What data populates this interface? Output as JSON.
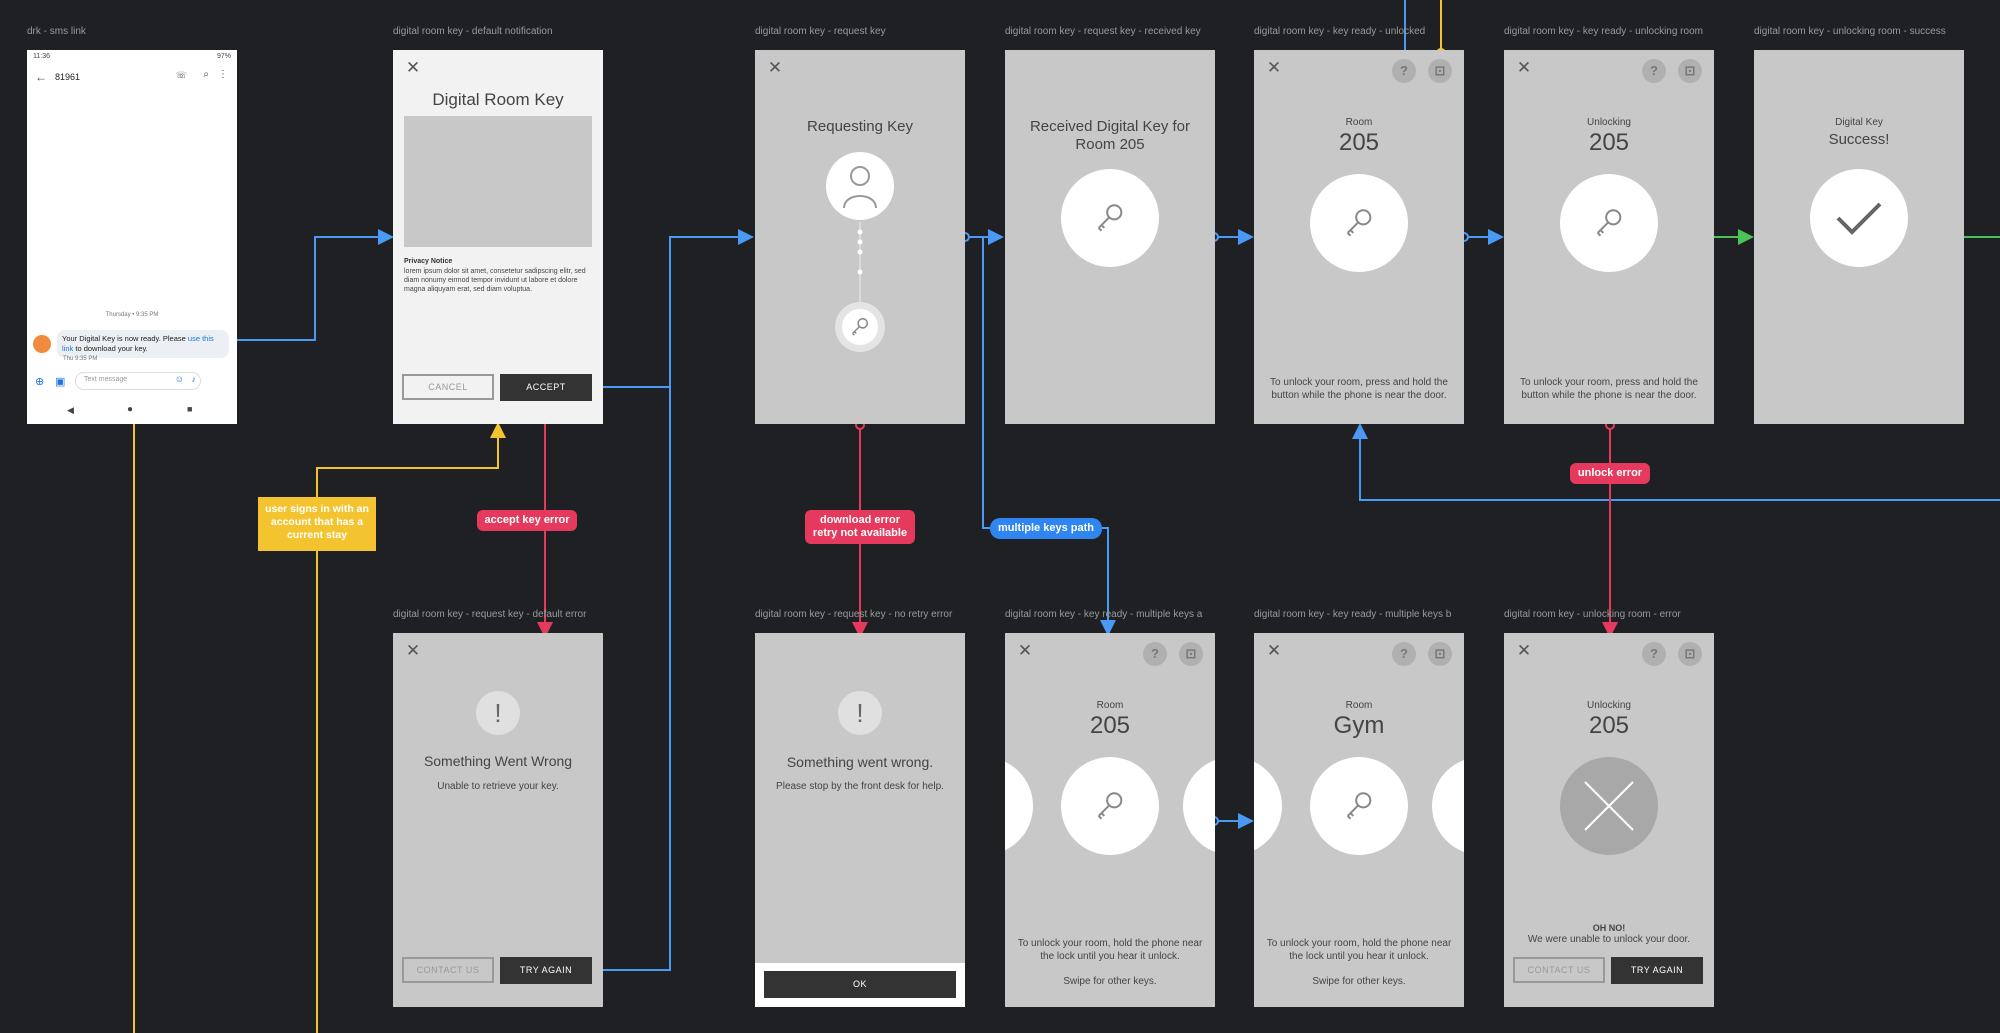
{
  "screens": {
    "sms": {
      "label": "drk - sms link",
      "time": "11:36",
      "status_right": "97%",
      "contact": "81961",
      "day_stamp": "Thursday • 9:35 PM",
      "msg_pre": "Your Digital Key is now ready. Please",
      "msg_link": "use this link",
      "msg_post": "to download your key.",
      "msg_time": "Thu 9:35 PM",
      "input_placeholder": "Text message"
    },
    "notif": {
      "label": "digital room key - default notification",
      "title": "Digital Room Key",
      "privacy_title": "Privacy Notice",
      "privacy_body": "lorem ipsum dolor sit amet, consetetur sadipscing elitr, sed diam nonumy eirmod tempor invidunt ut labore et dolore magna aliquyam erat, sed diam voluptua.",
      "cancel": "CANCEL",
      "accept": "ACCEPT"
    },
    "request": {
      "label": "digital room key - request key",
      "title": "Requesting Key"
    },
    "received": {
      "label": "digital room key - request key - received key",
      "title": "Received Digital Key for Room 205"
    },
    "ready": {
      "label": "digital room key - key ready - unlocked",
      "caption": "Room",
      "room": "205",
      "hint": "To unlock your room, press and hold the button while the phone is near the door."
    },
    "unlocking": {
      "label": "digital room key - key ready - unlocking room",
      "caption": "Unlocking",
      "room": "205",
      "hint": "To unlock your room, press and hold the button while the phone is near the door."
    },
    "success": {
      "label": "digital room key - unlocking room - success",
      "caption": "Digital Key",
      "title": "Success!"
    },
    "default_error": {
      "label": "digital room key - request key - default error",
      "title": "Something Went Wrong",
      "sub": "Unable to retrieve your key.",
      "contact": "CONTACT US",
      "retry": "TRY AGAIN"
    },
    "no_retry": {
      "label": "digital room key - request key - no retry error",
      "title": "Something went wrong.",
      "sub": "Please stop by the front desk for help.",
      "ok": "OK"
    },
    "multi_a": {
      "label": "digital room key - key ready - multiple keys a",
      "caption": "Room",
      "room": "205",
      "hint1": "To unlock your room, hold the phone near the lock until you hear it unlock.",
      "hint2": "Swipe for other keys."
    },
    "multi_b": {
      "label": "digital room key - key ready - multiple keys b",
      "caption": "Room",
      "room": "Gym",
      "hint1": "To unlock your room, hold the phone near the lock until you hear it unlock.",
      "hint2": "Swipe for other keys."
    },
    "unlock_error": {
      "label": "digital room key - unlocking room - error",
      "caption": "Unlocking",
      "room": "205",
      "oh": "OH NO!",
      "sub": "We were unable to unlock your door.",
      "contact": "CONTACT US",
      "retry": "TRY AGAIN"
    }
  },
  "tags": {
    "accept_error": "accept key error",
    "download_error": "download error retry not available",
    "multiple_keys": "multiple keys path",
    "unlock_error": "unlock error",
    "signin": "user signs in with an account that has a current stay"
  },
  "colors": {
    "background": "#1f2023",
    "blue": "#4a9af5",
    "red": "#e53a5e",
    "yellow": "#f4c430",
    "green": "#4cc35a"
  },
  "icons": [
    "close-icon",
    "key-icon",
    "help-icon",
    "lock-icon",
    "check-icon",
    "x-icon",
    "alert-icon",
    "user-icon"
  ]
}
